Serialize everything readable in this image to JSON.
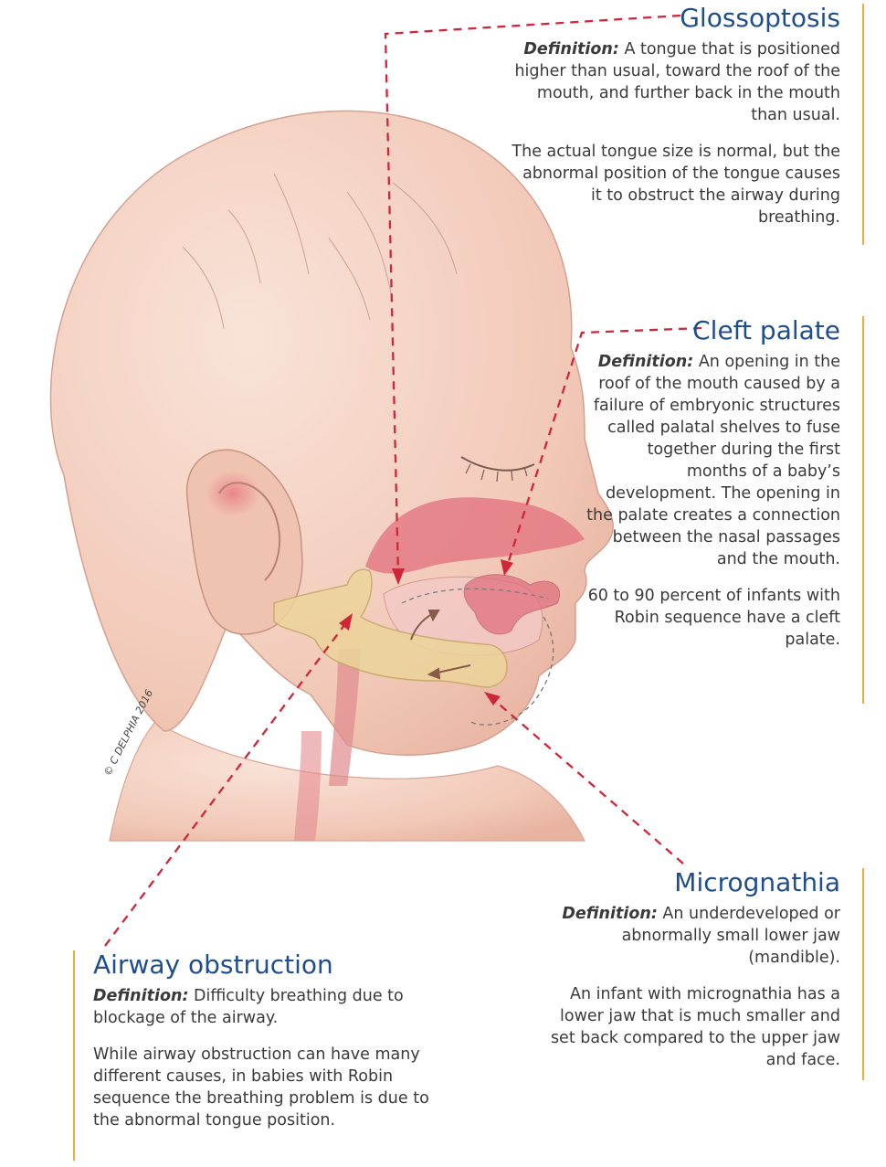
{
  "colors": {
    "title": "#1f4e8c",
    "accent_bar": "#f2a93b",
    "leader_line": "#d0263a",
    "skin": "#f4d2c4",
    "bone": "#ecd49a",
    "mucosa": "#e06a78"
  },
  "illustration": {
    "signature": "© C DELPHIA 2016"
  },
  "panels": {
    "glossoptosis": {
      "title": "Glossoptosis",
      "def_label": "Definition:",
      "def_text": " A tongue that is positioned higher than usual, toward the roof of the mouth, and further back in the mouth than usual.",
      "body": "The actual tongue size is normal, but the abnormal position of the tongue causes it to obstruct the airway during breathing."
    },
    "cleft_palate": {
      "title": "Cleft palate",
      "def_label": "Definition:",
      "def_text": " An opening in the roof of the mouth caused by a failure of embryonic structures called palatal shelves to fuse together during the first months of a baby’s development. The opening in the palate creates a connection between the nasal passages and the mouth.",
      "body": "60 to 90 percent of infants with Robin sequence have a cleft palate."
    },
    "micrognathia": {
      "title": "Micrognathia",
      "def_label": "Definition:",
      "def_text": " An underdeveloped or abnormally small lower jaw (mandible).",
      "body": "An infant with micrognathia has a lower jaw that is much smaller and set back compared to the upper jaw and face."
    },
    "airway": {
      "title": "Airway obstruction",
      "def_label": "Definition:",
      "def_text": " Difficulty breathing due to blockage of the airway.",
      "body": "While airway obstruction can have many different causes, in babies with Robin sequence the breathing problem is due to the abnormal tongue position."
    }
  }
}
